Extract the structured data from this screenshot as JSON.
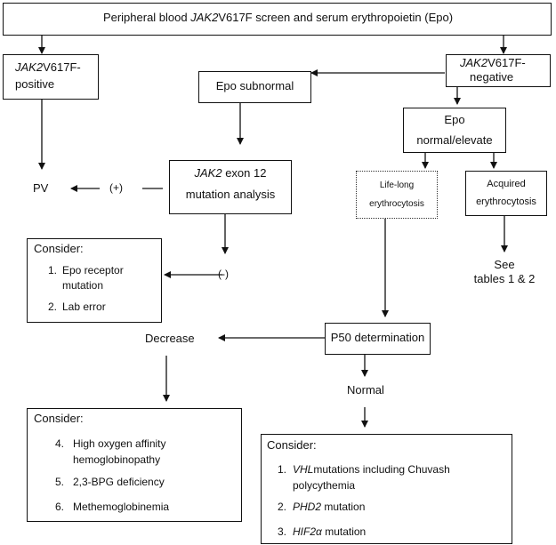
{
  "header": {
    "prefix": "Peripheral blood ",
    "gene": "JAK2",
    "suffix": "V617F screen and serum erythropoietin (Epo)"
  },
  "positive": {
    "gene": "JAK2",
    "line1_suffix": "V617F-",
    "line2": "positive"
  },
  "negative": {
    "gene": "JAK2",
    "line1_suffix": "V617F-",
    "line2": "negative"
  },
  "epo_subnormal": "Epo subnormal",
  "epo_normal": {
    "line1": "Epo",
    "line2": "normal/elevate"
  },
  "exon12": {
    "gene": "JAK2",
    "line1_suffix": " exon 12",
    "line2": "mutation analysis"
  },
  "pv": "PV",
  "plus": "(+)",
  "minus": "(-)",
  "lifelong": {
    "line1": "Life-long",
    "line2": "erythrocytosis"
  },
  "acquired": {
    "line1": "Acquired",
    "line2": "erythrocytosis"
  },
  "see": {
    "line1": "See",
    "line2": "tables 1 & 2"
  },
  "consider1": {
    "title": "Consider:",
    "items": [
      {
        "num": "1.",
        "line1": "Epo receptor",
        "line2": "mutation"
      },
      {
        "num": "2.",
        "line1": "Lab error"
      }
    ]
  },
  "decrease": "Decrease",
  "p50": "P50 determination",
  "normal": "Normal",
  "consider2": {
    "title": "Consider:",
    "items": [
      {
        "num": "4.",
        "line1": "High oxygen affinity",
        "line2": "hemoglobinopathy"
      },
      {
        "num": "5.",
        "line1": "2,3-BPG deficiency"
      },
      {
        "num": "6.",
        "line1": "Methemoglobinemia"
      }
    ]
  },
  "consider3": {
    "title": "Consider:",
    "items": [
      {
        "num": "1.",
        "italic": "VHL",
        "line1": "mutations including Chuvash",
        "line2": "polycythemia"
      },
      {
        "num": "2.",
        "italic": "PHD2",
        "line1": " mutation"
      },
      {
        "num": "3.",
        "italic": "HIF2α",
        "line1": " mutation"
      }
    ]
  }
}
